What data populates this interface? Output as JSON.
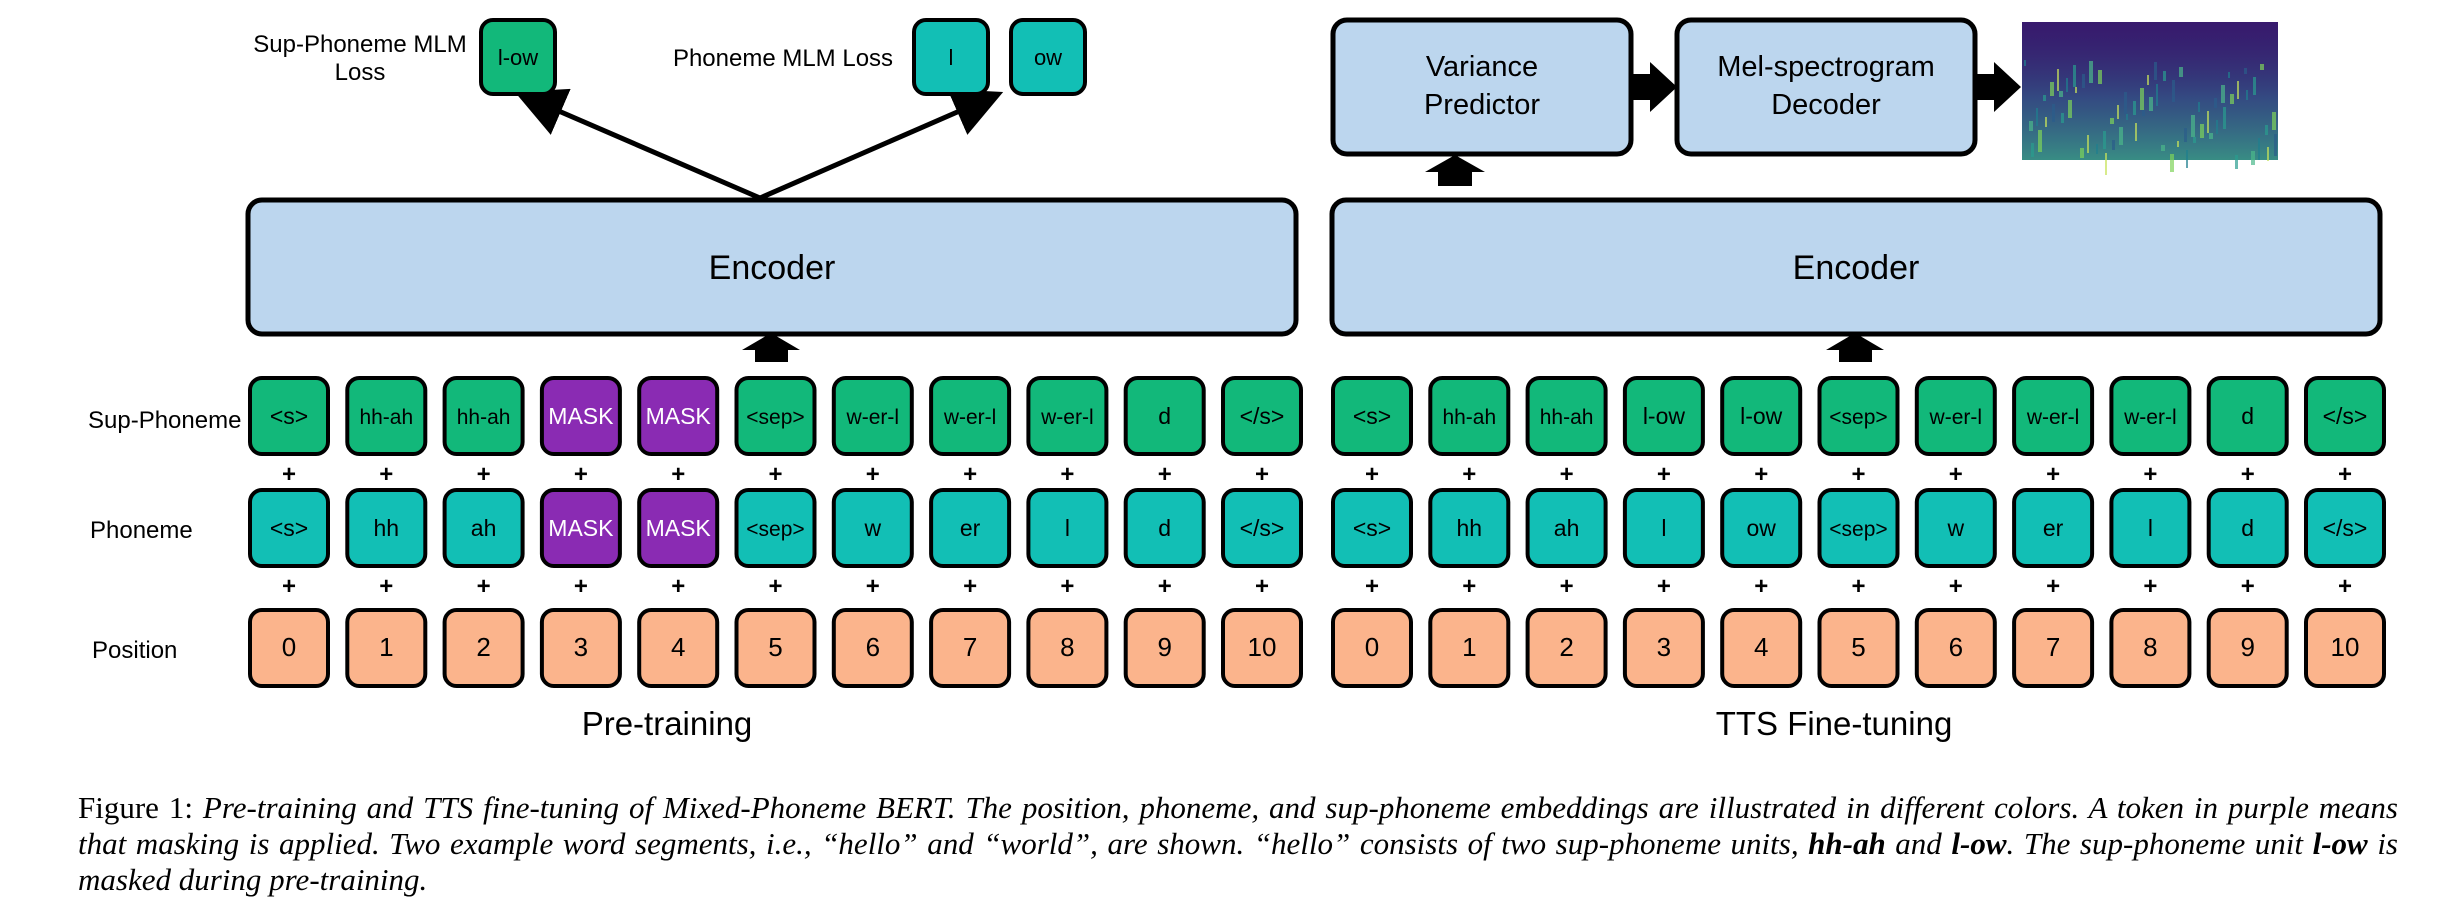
{
  "pretraining": {
    "title": "Pre-training",
    "encoder_label": "Encoder",
    "loss_sup_line1": "Sup-Phoneme MLM",
    "loss_sup_line2": "Loss",
    "loss_phoneme": "Phoneme MLM Loss",
    "sup_loss_tokens": [
      "l-ow"
    ],
    "phoneme_loss_tokens": [
      "l",
      "ow"
    ],
    "sup_phoneme": [
      "<s>",
      "hh-ah",
      "hh-ah",
      "MASK",
      "MASK",
      "<sep>",
      "w-er-l",
      "w-er-l",
      "w-er-l",
      "d",
      "</s>"
    ],
    "phoneme": [
      "<s>",
      "hh",
      "ah",
      "MASK",
      "MASK",
      "<sep>",
      "w",
      "er",
      "l",
      "d",
      "</s>"
    ],
    "position": [
      "0",
      "1",
      "2",
      "3",
      "4",
      "5",
      "6",
      "7",
      "8",
      "9",
      "10"
    ]
  },
  "finetuning": {
    "title": "TTS Fine-tuning",
    "encoder_label": "Encoder",
    "variance_line1": "Variance",
    "variance_line2": "Predictor",
    "decoder_line1": "Mel-spectrogram",
    "decoder_line2": "Decoder",
    "sup_phoneme": [
      "<s>",
      "hh-ah",
      "hh-ah",
      "l-ow",
      "l-ow",
      "<sep>",
      "w-er-l",
      "w-er-l",
      "w-er-l",
      "d",
      "</s>"
    ],
    "phoneme": [
      "<s>",
      "hh",
      "ah",
      "l",
      "ow",
      "<sep>",
      "w",
      "er",
      "l",
      "d",
      "</s>"
    ],
    "position": [
      "0",
      "1",
      "2",
      "3",
      "4",
      "5",
      "6",
      "7",
      "8",
      "9",
      "10"
    ]
  },
  "row_labels": {
    "sup_phoneme": "Sup-Phoneme",
    "phoneme": "Phoneme",
    "position": "Position"
  },
  "plus_symbol": "+",
  "mask_token": "MASK",
  "colors": {
    "sup_phoneme": "#12b87a",
    "phoneme": "#12bfb5",
    "mask": "#8a2bb3",
    "position": "#fbb48c",
    "encoder": "#bcd6ee",
    "spectrogram_bg": "#3a1a6e"
  },
  "caption": {
    "figure_label": "Figure 1:",
    "text_1": "Pre-training and TTS fine-tuning of Mixed-Phoneme BERT. The position, phoneme, and sup-phoneme embeddings are illustrated in different colors. A token in purple means that masking is applied. Two example word segments, i.e., “hello” and “world”, are shown. “hello” consists of two sup-phoneme units, ",
    "bold_1": "hh-ah",
    "text_2": " and ",
    "bold_2": "l-ow",
    "text_3": ". The sup-phoneme unit ",
    "bold_3": "l-ow",
    "text_4": " is masked during pre-training."
  }
}
